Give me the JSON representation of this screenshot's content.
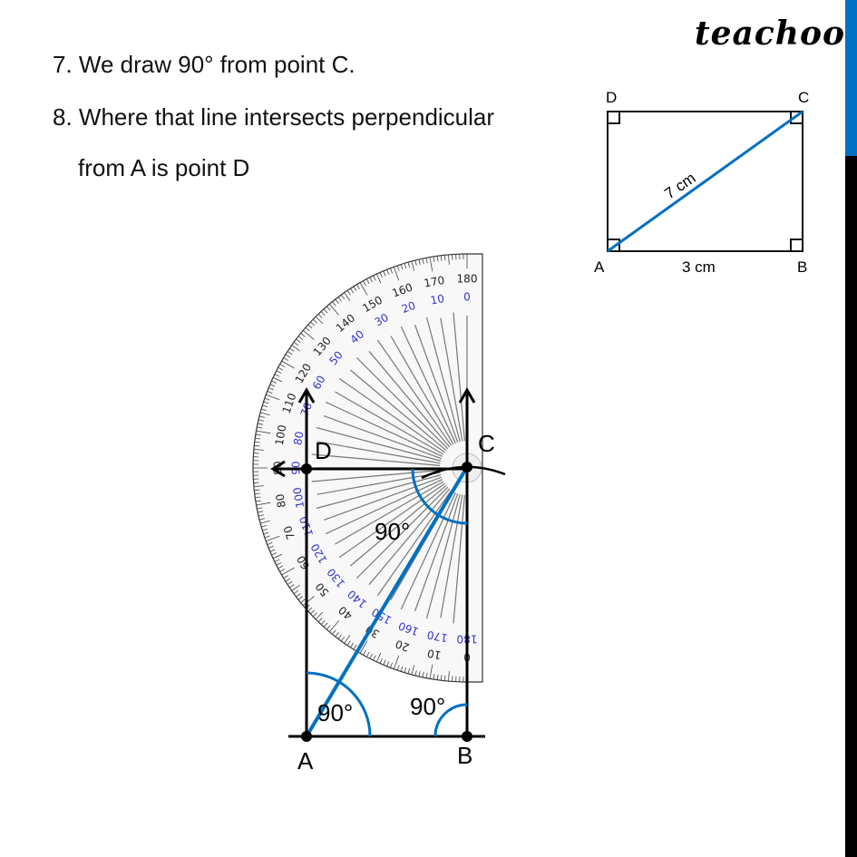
{
  "steps": [
    "7. We draw 90° from point C.",
    "8. Where that line intersects perpendicular",
    "from A is point D"
  ],
  "logo": "teachoo",
  "colors": {
    "accent": "#0070c0",
    "inner_scale": "#3333cc",
    "sidebar_top": "#0070c0",
    "sidebar_bottom": "#000000"
  },
  "reference_figure": {
    "vertices": {
      "A": "A",
      "B": "B",
      "C": "C",
      "D": "D"
    },
    "diagonal_label": "7 cm",
    "base_label": "3 cm"
  },
  "construction": {
    "points": {
      "A": "A",
      "B": "B",
      "C": "C",
      "D": "D"
    },
    "angle_labels": {
      "at_A": "90°",
      "at_B": "90°",
      "at_C": "90°"
    },
    "protractor": {
      "outer_scale": [
        "0",
        "10",
        "20",
        "30",
        "40",
        "50",
        "60",
        "70",
        "80",
        "90",
        "100",
        "110",
        "120",
        "130",
        "140",
        "150",
        "160",
        "170",
        "180"
      ],
      "inner_scale": [
        "180",
        "170",
        "160",
        "150",
        "140",
        "130",
        "120",
        "110",
        "100",
        "90",
        "80",
        "70",
        "60",
        "50",
        "40",
        "30",
        "20",
        "10",
        "0"
      ]
    }
  }
}
